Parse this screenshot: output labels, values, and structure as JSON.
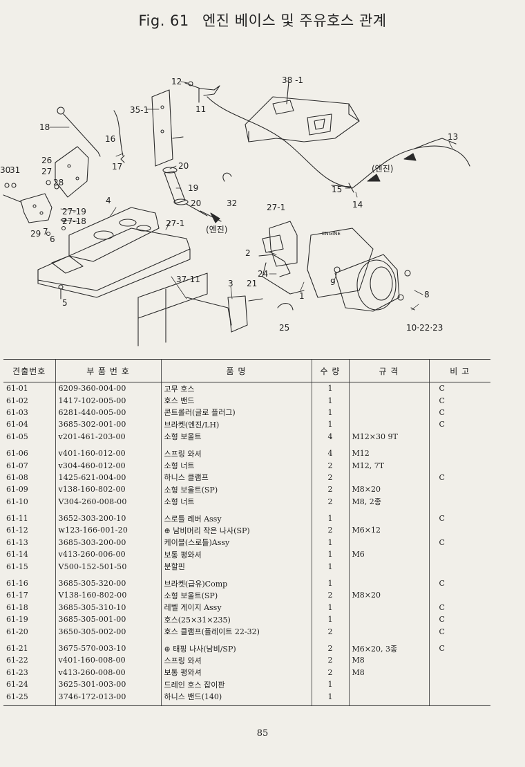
{
  "title": {
    "fig": "Fig. 61",
    "text": "엔진 베이스 및 주유호스 관계"
  },
  "diagram_labels": {
    "l12": "12",
    "l11": "11",
    "l38_1": "38 -1",
    "l35_1": "35-1",
    "l18": "18",
    "l16": "16",
    "l17": "17",
    "l20a": "20",
    "l19": "19",
    "l20b": "20",
    "l32": "32",
    "l26": "26",
    "l27": "27",
    "l28": "28",
    "l30": "30",
    "l31": "31",
    "l4": "4",
    "l27_19": "27-19",
    "l27_18": "27-18",
    "l7": "7",
    "l6": "6",
    "l29": "29",
    "l27_1a": "27-1",
    "engine_a": "(엔진)",
    "l13": "13",
    "engine_b": "(엔진)",
    "l15": "15",
    "l14": "14",
    "l27_1b": "27-1",
    "l2": "2",
    "l24": "24",
    "l9": "9",
    "l1": "1",
    "l8": "8",
    "l10_22_23": "10·22·23",
    "l5": "5",
    "l37_11": "37-11",
    "l3": "3",
    "l21": "21",
    "l25": "25",
    "engine_plate": "ENGINE"
  },
  "table": {
    "headers": {
      "no": "견출번호",
      "part_no": "부 품 번 호",
      "name": "품 명",
      "qty": "수 량",
      "spec": "규 격",
      "note": "비 고"
    },
    "rows": [
      {
        "no": "61-01",
        "part": "6209-360-004-00",
        "name": "고무 호스",
        "qty": "1",
        "spec": "",
        "note": "C"
      },
      {
        "no": "61-02",
        "part": "1417-102-005-00",
        "name": "호스 밴드",
        "qty": "1",
        "spec": "",
        "note": "C"
      },
      {
        "no": "61-03",
        "part": "6281-440-005-00",
        "name": "콘트롤러(글로 플러그)",
        "qty": "1",
        "spec": "",
        "note": "C"
      },
      {
        "no": "61-04",
        "part": "3685-302-001-00",
        "name": "브라켓(엔진/LH)",
        "qty": "1",
        "spec": "",
        "note": "C"
      },
      {
        "no": "61-05",
        "part": "v201-461-203-00",
        "name": "소형 보울트",
        "qty": "4",
        "spec": "M12×30 9T",
        "note": ""
      },
      {
        "no": "61-06",
        "part": "v401-160-012-00",
        "name": "스프링 와셔",
        "qty": "4",
        "spec": "M12",
        "note": ""
      },
      {
        "no": "61-07",
        "part": "v304-460-012-00",
        "name": "소형 너트",
        "qty": "2",
        "spec": "M12, 7T",
        "note": ""
      },
      {
        "no": "61-08",
        "part": "1425-621-004-00",
        "name": "하니스 클램프",
        "qty": "2",
        "spec": "",
        "note": "C"
      },
      {
        "no": "61-09",
        "part": "v138-160-802-00",
        "name": "소형 보울트(SP)",
        "qty": "2",
        "spec": "M8×20",
        "note": ""
      },
      {
        "no": "61-10",
        "part": "V304-260-008-00",
        "name": "소형 너트",
        "qty": "2",
        "spec": "M8, 2종",
        "note": ""
      },
      {
        "no": "61-11",
        "part": "3652-303-200-10",
        "name": "스로틀 레버 Assy",
        "qty": "1",
        "spec": "",
        "note": "C"
      },
      {
        "no": "61-12",
        "part": "w123-166-001-20",
        "name": "⊕ 남비머리 작은 나사(SP)",
        "qty": "2",
        "spec": "M6×12",
        "note": ""
      },
      {
        "no": "61-13",
        "part": "3685-303-200-00",
        "name": "케이블(스로틀)Assy",
        "qty": "1",
        "spec": "",
        "note": "C"
      },
      {
        "no": "61-14",
        "part": "v413-260-006-00",
        "name": "보통 평와셔",
        "qty": "1",
        "spec": "M6",
        "note": ""
      },
      {
        "no": "61-15",
        "part": "V500-152-501-50",
        "name": "분할핀",
        "qty": "1",
        "spec": "",
        "note": ""
      },
      {
        "no": "61-16",
        "part": "3685-305-320-00",
        "name": "브라켓(급유)Comp",
        "qty": "1",
        "spec": "",
        "note": "C"
      },
      {
        "no": "61-17",
        "part": "V138-160-802-00",
        "name": "소형 보울트(SP)",
        "qty": "2",
        "spec": "M8×20",
        "note": ""
      },
      {
        "no": "61-18",
        "part": "3685-305-310-10",
        "name": "레벨 게이지 Assy",
        "qty": "1",
        "spec": "",
        "note": "C"
      },
      {
        "no": "61-19",
        "part": "3685-305-001-00",
        "name": "호스(25×31×235)",
        "qty": "1",
        "spec": "",
        "note": "C"
      },
      {
        "no": "61-20",
        "part": "3650-305-002-00",
        "name": "호스 클램프(플레이트 22-32)",
        "qty": "2",
        "spec": "",
        "note": "C"
      },
      {
        "no": "61-21",
        "part": "3675-570-003-10",
        "name": "⊕ 태핑 나사(남비/SP)",
        "qty": "2",
        "spec": "M6×20, 3종",
        "note": "C"
      },
      {
        "no": "61-22",
        "part": "v401-160-008-00",
        "name": "스프링 와셔",
        "qty": "2",
        "spec": "M8",
        "note": ""
      },
      {
        "no": "61-23",
        "part": "v413-260-008-00",
        "name": "보통 평와셔",
        "qty": "2",
        "spec": "M8",
        "note": ""
      },
      {
        "no": "61-24",
        "part": "3625-301-003-00",
        "name": "드레인 호스 잡이판",
        "qty": "1",
        "spec": "",
        "note": ""
      },
      {
        "no": "61-25",
        "part": "3746-172-013-00",
        "name": "하니스 밴드(140)",
        "qty": "1",
        "spec": "",
        "note": ""
      }
    ]
  },
  "page_number": "85"
}
